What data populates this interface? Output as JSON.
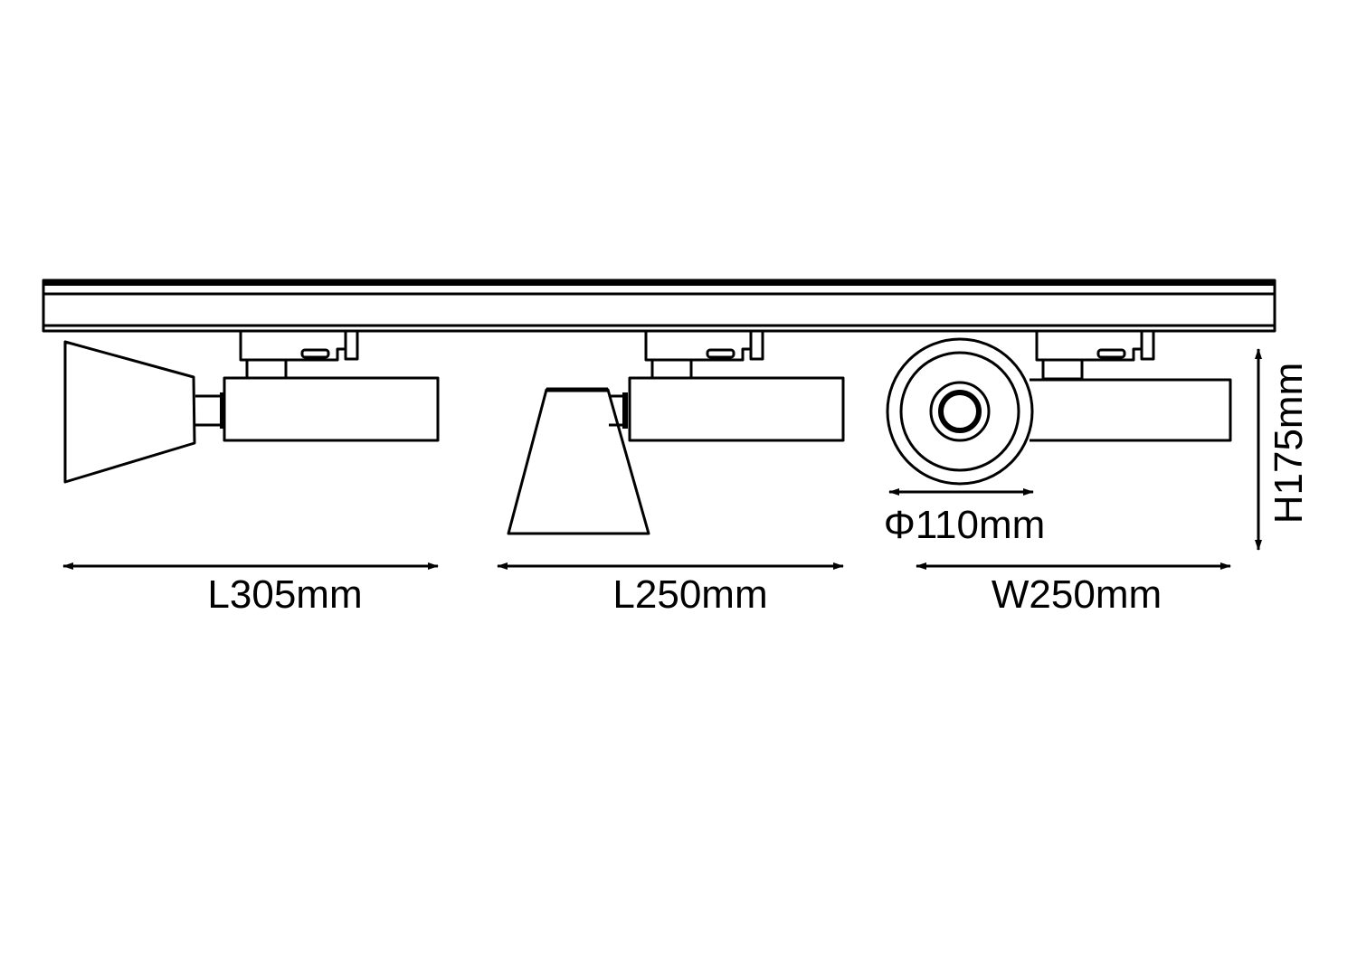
{
  "dimensions": {
    "length_fixture_1": "L305mm",
    "length_fixture_2": "L250mm",
    "width_fixture_3": "W250mm",
    "diameter": "Φ110mm",
    "height": "H175mm"
  },
  "colors": {
    "line": "#000000",
    "background": "#ffffff"
  }
}
